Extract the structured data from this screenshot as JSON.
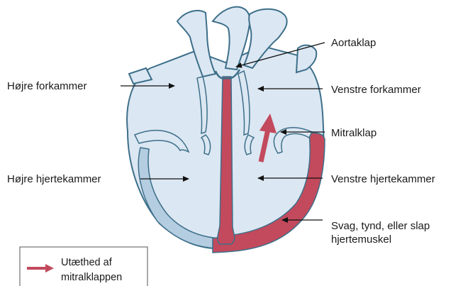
{
  "labels": {
    "aortic_valve": "Aortaklap",
    "right_atrium": "Højre forkammer",
    "left_atrium": "Venstre forkammer",
    "mitral_valve": "Mitralklap",
    "right_ventricle": "Højre hjertekammer",
    "left_ventricle": "Venstre hjertekammer",
    "weak_muscle_line1": "Svag, tynd, eller slap",
    "weak_muscle_line2": "hjertemuskel"
  },
  "legend": {
    "line1": "Utæthed af",
    "line2": "mitralklappen"
  },
  "colors": {
    "chamber_fill": "#dbe7f2",
    "outline": "#3d6f8a",
    "wall_right": "#b4cde0",
    "wall_left": "#c24a5c",
    "septum": "#c24a5c",
    "regurgitation_arrow": "#c24a5c",
    "leader_line": "#111111"
  }
}
